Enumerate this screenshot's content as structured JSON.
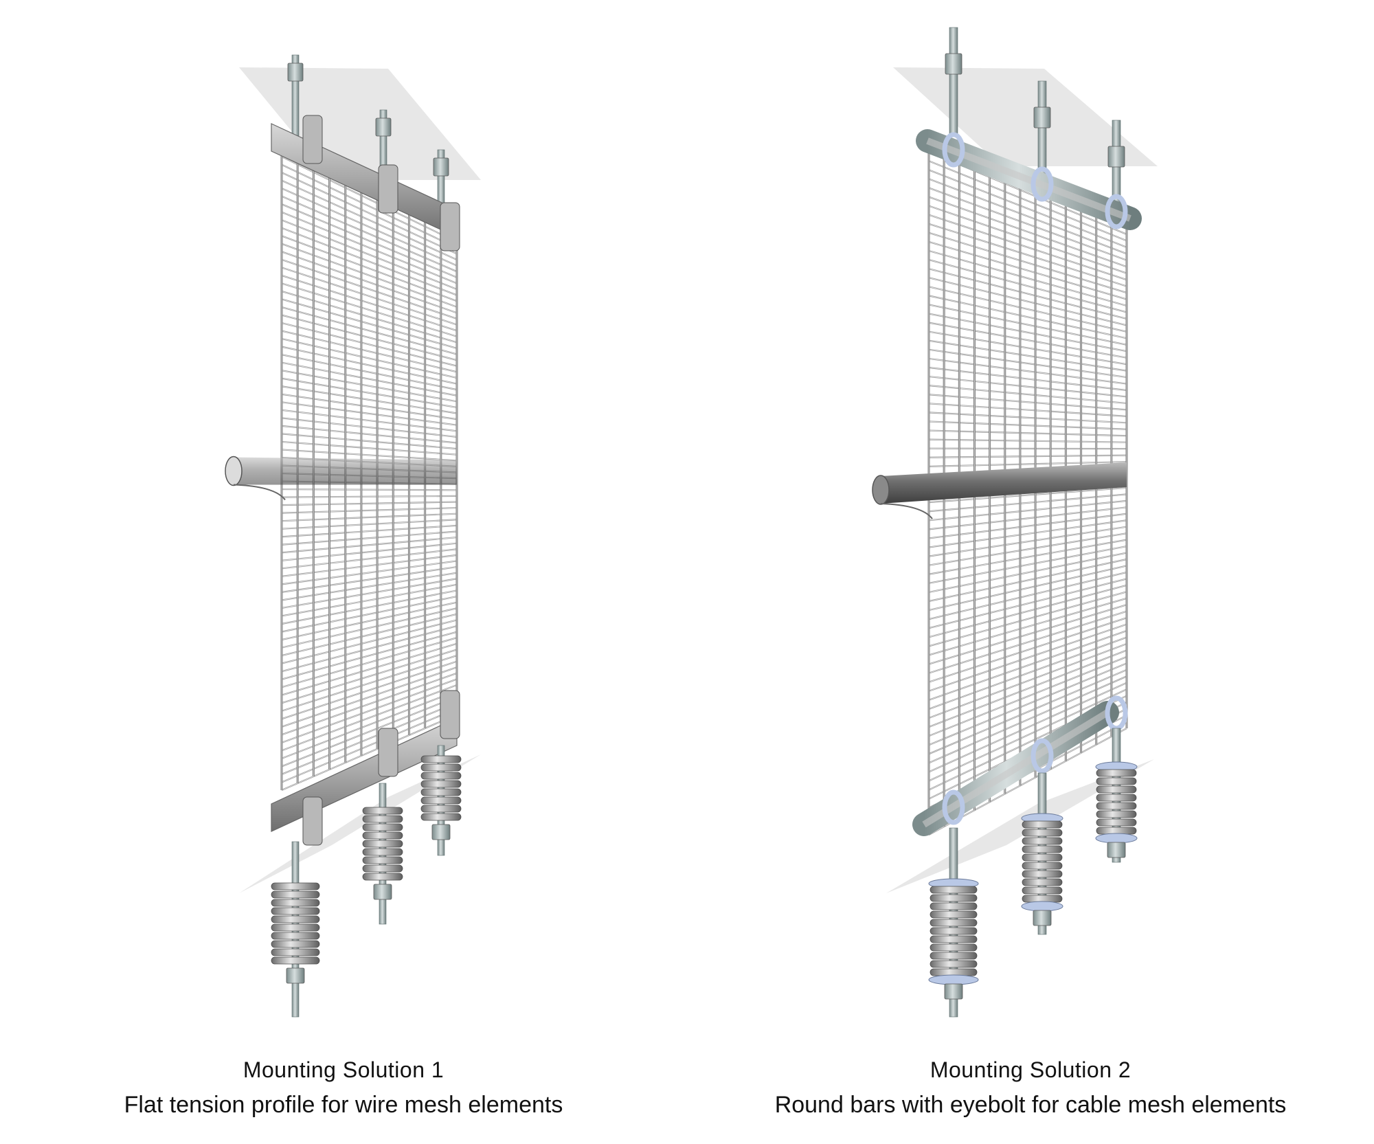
{
  "colors": {
    "background": "#ffffff",
    "slab": "#e3e3e3",
    "metal": "#9a9a9a",
    "metal_light": "#c8c8c8",
    "metal_dark": "#6f6f6f",
    "washer": "#b9c8e6",
    "text": "#111111"
  },
  "panels": [
    {
      "title": "Mounting Solution 1",
      "description": "Flat tension profile for wire mesh elements",
      "mounting_type": "flat-profile"
    },
    {
      "title": "Mounting Solution 2",
      "description": "Round bars with eyebolt for cable mesh elements",
      "mounting_type": "round-bar"
    }
  ]
}
